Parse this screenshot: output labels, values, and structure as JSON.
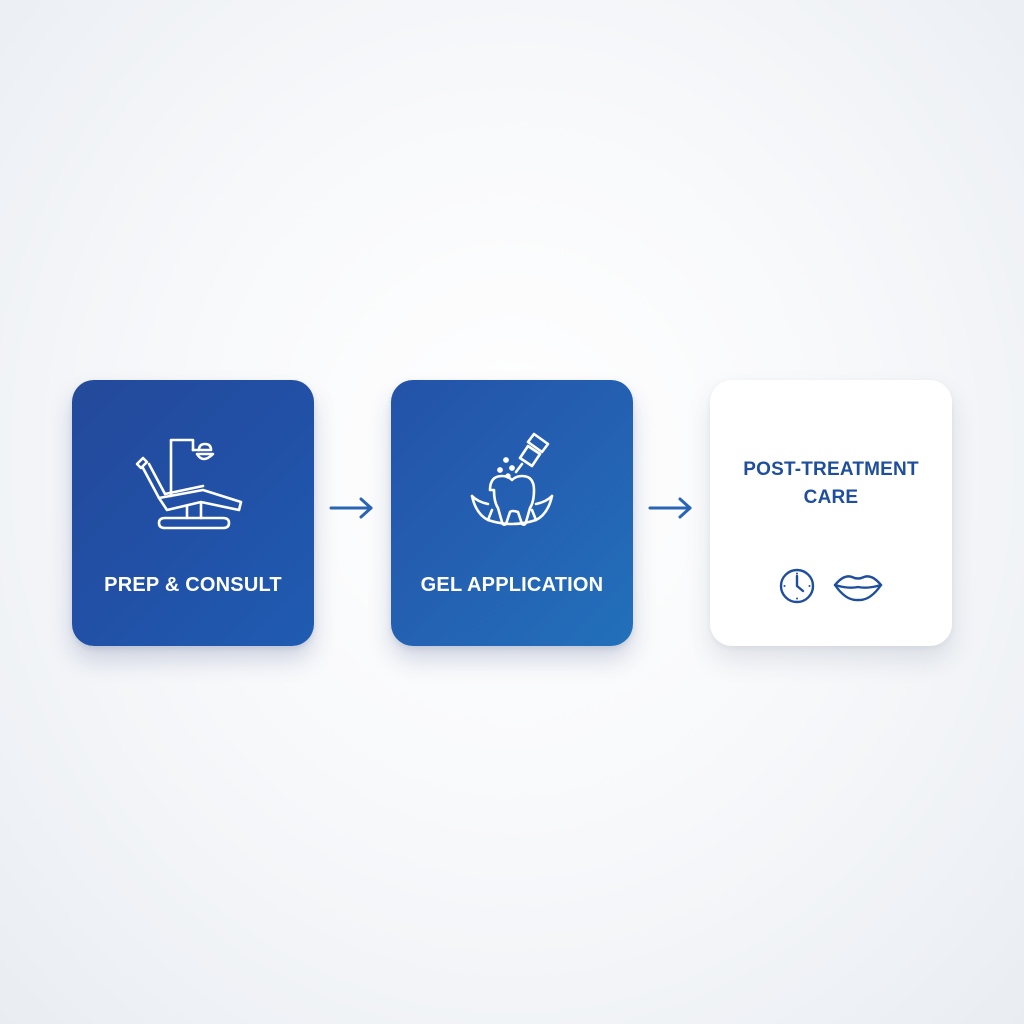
{
  "colors": {
    "card_blue_start": "#24499b",
    "card_blue_end": "#1f5cb2",
    "accent_blue": "#1f4f9c",
    "arrow_blue": "#2a64b5",
    "white": "#ffffff"
  },
  "steps": [
    {
      "label": "PREP & CONSULT",
      "icon": "dental-chair-icon",
      "style": "blue"
    },
    {
      "label": "GEL APPLICATION",
      "icon": "tooth-gel-applicator-icon",
      "style": "blue"
    },
    {
      "title_line1": "POST-TREATMENT",
      "title_line2": "CARE",
      "icons": [
        "clock-icon",
        "lips-icon"
      ],
      "style": "white"
    }
  ],
  "connectors": [
    "arrow-right-icon",
    "arrow-right-icon"
  ]
}
